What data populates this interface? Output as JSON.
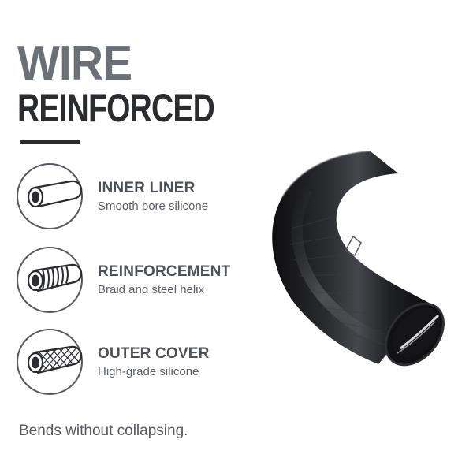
{
  "heading": {
    "line1": "WIRE",
    "line2": "REINFORCED"
  },
  "features": [
    {
      "icon": "inner-liner-tube-icon",
      "title": "INNER LINER",
      "description": "Smooth bore silicone"
    },
    {
      "icon": "reinforcement-helix-icon",
      "title": "REINFORCEMENT",
      "description": "Braid and steel helix"
    },
    {
      "icon": "outer-cover-braid-icon",
      "title": "OUTER COVER",
      "description": "High-grade silicone"
    }
  ],
  "tagline": "Bends without collapsing.",
  "colors": {
    "heading_light": "#6b6f76",
    "heading_dark": "#2a2c30",
    "text": "#4c5057",
    "hose": "#1c1c1e"
  }
}
